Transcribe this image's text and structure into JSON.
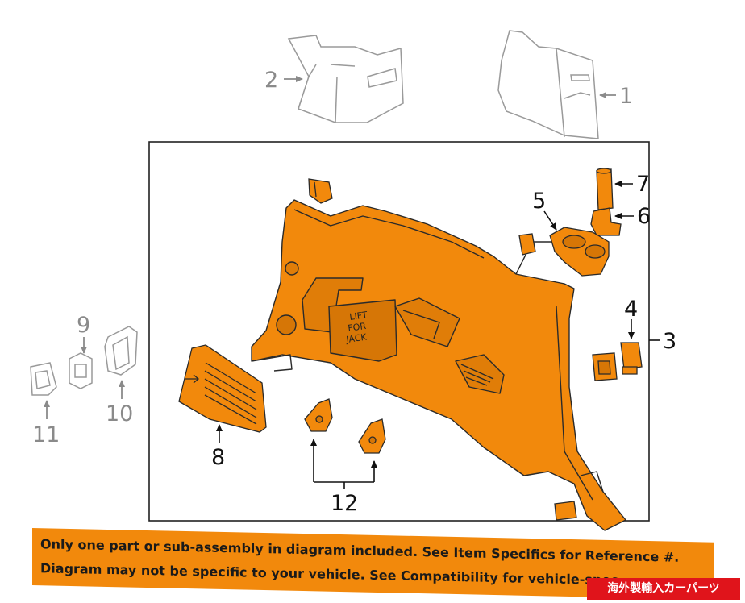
{
  "callouts": {
    "c1": "1",
    "c2": "2",
    "c3": "3",
    "c4": "4",
    "c5": "5",
    "c6": "6",
    "c7": "7",
    "c8": "8",
    "c9": "9",
    "c10": "10",
    "c11": "11",
    "c12": "12"
  },
  "panel_text": {
    "line1": "LIFT",
    "line2": "FOR",
    "line3": "JACK"
  },
  "banner": {
    "line1": "Only one part or sub-assembly in diagram included. See Item Specifics for Reference #.",
    "line2": "Diagram may not be specific to your vehicle. See Compatibility for vehicle-spec"
  },
  "watermark": "海外製輸入カーパーツ",
  "colors": {
    "highlight": "#f2890c",
    "outline": "#2a2a2a",
    "ghost": "#9a9a9a",
    "badge": "#e0141b"
  }
}
